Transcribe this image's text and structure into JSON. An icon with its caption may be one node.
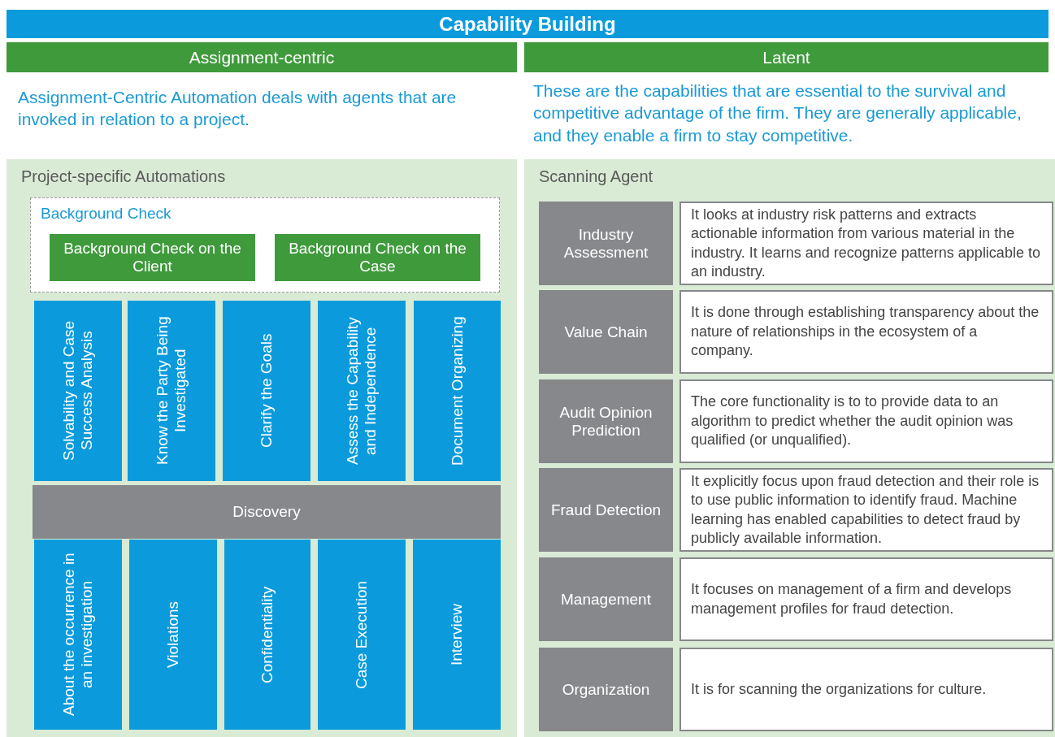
{
  "diagram": {
    "title": "Capability Building",
    "nodes": [
      {
        "text": [
          "Assignment-centric"
        ]
      },
      {
        "text": [
          "Latent"
        ]
      },
      {
        "text": [
          "Project-specific Automations"
        ]
      },
      {
        "text": [
          "Background Check"
        ],
        "in": 2
      },
      {
        "text": [
          "Background Check on the Client"
        ],
        "in": 3
      },
      {
        "text": [
          "Background Check on the Case"
        ],
        "in": 3
      },
      {
        "text": [
          "Solvability and Case Success Analysis"
        ],
        "in": 2
      },
      {
        "text": [
          "Know the Party Being Investigated"
        ],
        "in": 2
      },
      {
        "text": [
          "Clarify the Goals"
        ],
        "in": 2
      },
      {
        "text": [
          "Assess the Capability and Independence"
        ],
        "in": 2
      },
      {
        "text": [
          "Document Organizing"
        ],
        "in": 2
      },
      {
        "text": [
          "Discovery"
        ],
        "in": 2
      },
      {
        "text": [
          "About the occurrence in an investigation"
        ],
        "in": 2
      },
      {
        "text": [
          "Violations"
        ],
        "in": 2
      },
      {
        "text": [
          "Confidentiality"
        ],
        "in": 2
      },
      {
        "text": [
          "Case Execution"
        ],
        "in": 2
      },
      {
        "text": [
          "Interview"
        ],
        "in": 2
      },
      {
        "text": [
          "Scanning Agent"
        ]
      },
      {
        "text": [
          "Industry Assessment"
        ],
        "in": 17
      },
      {
        "text": [
          "It looks at industry risk patterns and extracts actionable information from various material in the industry. It learns and recognize patterns applicable to an industry."
        ],
        "in": 17
      },
      {
        "text": [
          "Value Chain"
        ],
        "in": 17
      },
      {
        "text": [
          "It is done through establishing transparency about the nature of relationships in the ecosystem of a company."
        ],
        "in": 17
      },
      {
        "text": [
          "Audit Opinion Prediction"
        ],
        "in": 17
      },
      {
        "text": [
          "The core functionality is to to provide data to an algorithm to predict whether the audit opinion was qualified (or unqualified)."
        ],
        "in": 17
      },
      {
        "text": [
          "Fraud Detection"
        ],
        "in": 17
      },
      {
        "text": [
          "It explicitly focus upon fraud detection and their role is to use public information to identify fraud. Machine learning has enabled capabilities to detect fraud by  publicly available information."
        ],
        "in": 17
      },
      {
        "text": [
          "Management"
        ],
        "in": 17
      },
      {
        "text": [
          "It focuses on management of a firm and develops management profiles for fraud detection."
        ],
        "in": 17
      },
      {
        "text": [
          "Organization"
        ],
        "in": 17
      },
      {
        "text": [
          "It is for scanning the organizations for culture."
        ],
        "in": 17
      }
    ],
    "labels": [
      "Assignment-Centric Automation deals with agents that are invoked in relation to a project.",
      "These are the capabilities that are essential to the survival and competitive advantage of the firm. They are generally applicable, and they enable a firm to stay competitive."
    ]
  }
}
